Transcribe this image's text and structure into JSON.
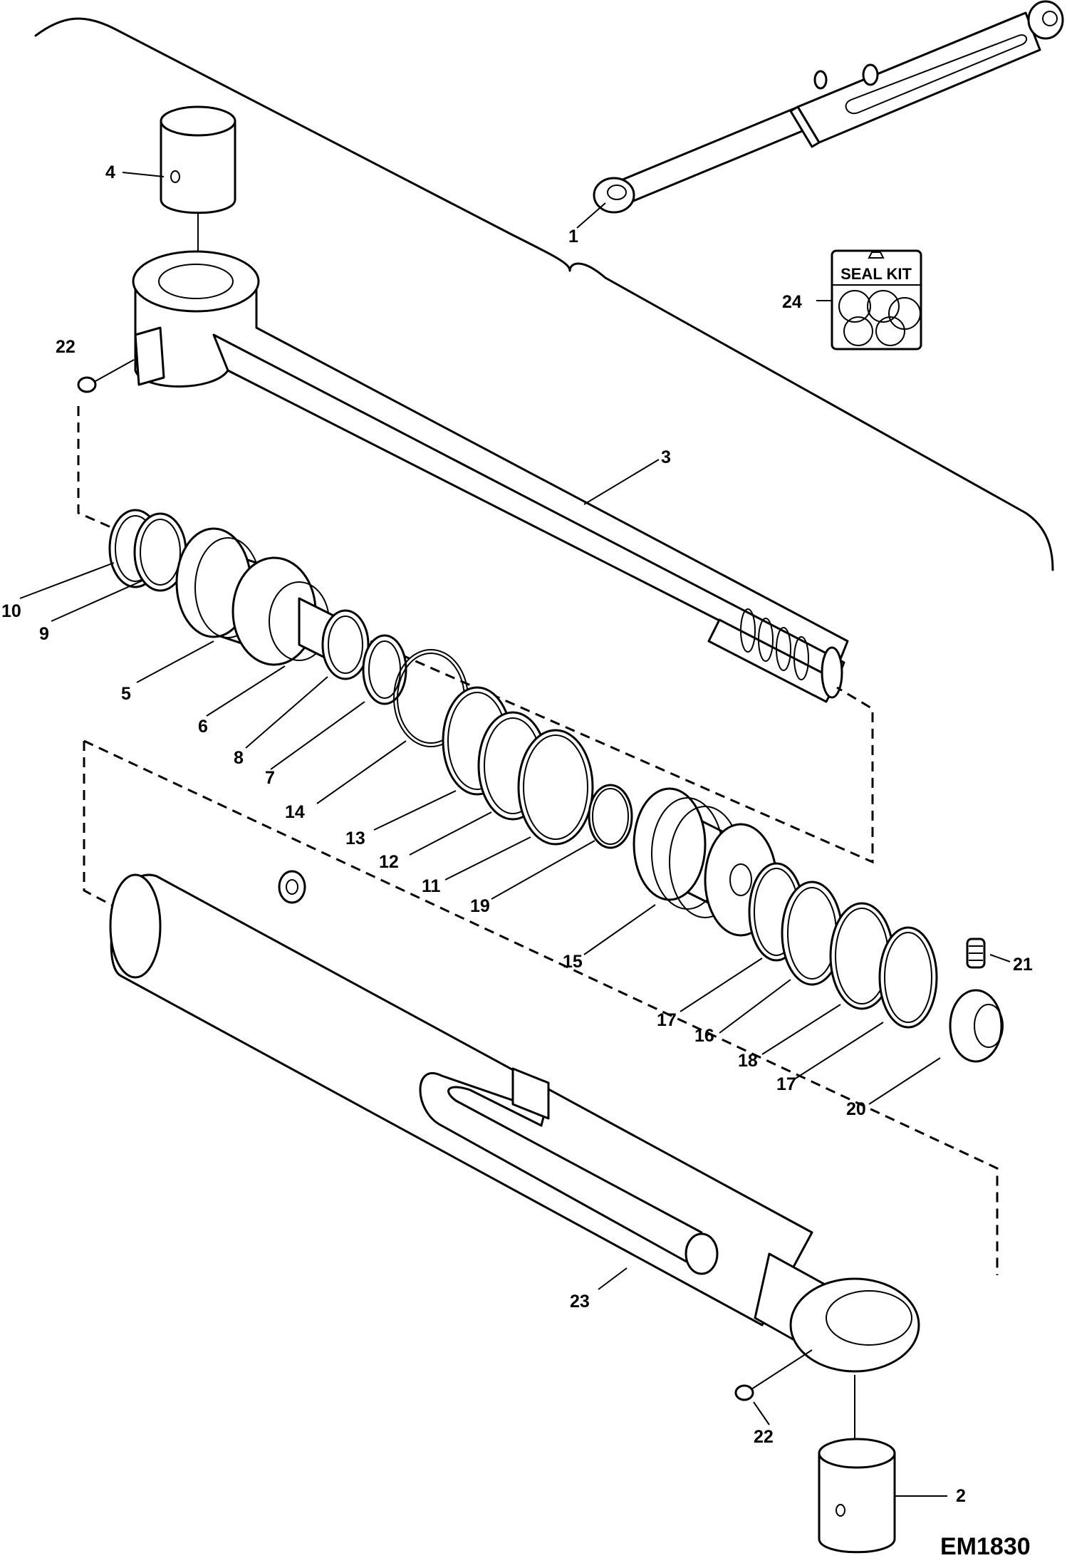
{
  "drawing_code": "EM1830",
  "seal_kit_title": "SEAL KIT",
  "callouts": [
    {
      "id": "1",
      "text": "1"
    },
    {
      "id": "2",
      "text": "2"
    },
    {
      "id": "3",
      "text": "3"
    },
    {
      "id": "4",
      "text": "4"
    },
    {
      "id": "5",
      "text": "5"
    },
    {
      "id": "6",
      "text": "6"
    },
    {
      "id": "7",
      "text": "7"
    },
    {
      "id": "8",
      "text": "8"
    },
    {
      "id": "9",
      "text": "9"
    },
    {
      "id": "10",
      "text": "10"
    },
    {
      "id": "11",
      "text": "11"
    },
    {
      "id": "12",
      "text": "12"
    },
    {
      "id": "13",
      "text": "13"
    },
    {
      "id": "14",
      "text": "14"
    },
    {
      "id": "15",
      "text": "15"
    },
    {
      "id": "16",
      "text": "16"
    },
    {
      "id": "17a",
      "text": "17"
    },
    {
      "id": "17b",
      "text": "17"
    },
    {
      "id": "18",
      "text": "18"
    },
    {
      "id": "19",
      "text": "19"
    },
    {
      "id": "20",
      "text": "20"
    },
    {
      "id": "21",
      "text": "21"
    },
    {
      "id": "22a",
      "text": "22"
    },
    {
      "id": "22b",
      "text": "22"
    },
    {
      "id": "23",
      "text": "23"
    },
    {
      "id": "24",
      "text": "24"
    }
  ]
}
